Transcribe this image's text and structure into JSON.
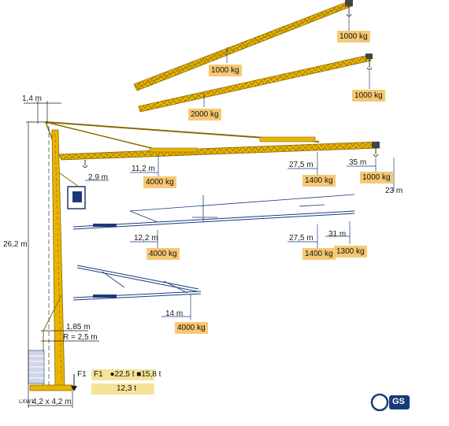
{
  "colors": {
    "steel": "#e9b400",
    "steel_dark": "#8a6a00",
    "line": "#1a3a7a",
    "box": "#f7c873",
    "legend": "#f5e39a"
  },
  "top_jib": {
    "load": "1000 kg",
    "load_tip": "1000 kg",
    "load_mid": "1000 kg"
  },
  "mid_jib": {
    "load": "2000 kg",
    "load_tip": "1000 kg"
  },
  "main_jib": {
    "offset_top": "1,4 m",
    "offset_mast": "2,9 m",
    "r1": "11,2 m",
    "l1": "4000 kg",
    "r2": "27,5 m",
    "l2": "1400 kg",
    "r3": "35 m",
    "l3": "1000 kg",
    "hook_height": "23 m"
  },
  "folded_jib_1": {
    "r1": "12,2 m",
    "l1": "4000 kg",
    "r2": "27,5 m",
    "l2": "1400 kg",
    "r3": "31 m",
    "l3": "1300 kg"
  },
  "folded_jib_2": {
    "r1": "14 m",
    "l1": "4000 kg"
  },
  "mast": {
    "height": "26,2 m",
    "radius_a": "1,85 m",
    "radius_b": "R = 2,5 m",
    "base": "4,2 x 4,2 m",
    "base_code": "LXW1",
    "force": "F1"
  },
  "legend": {
    "f1_label": "F1",
    "f1_values": "●22,5 t ■15,8 t",
    "warn_value": "12,3 t"
  },
  "logo": {
    "text": "GS"
  }
}
